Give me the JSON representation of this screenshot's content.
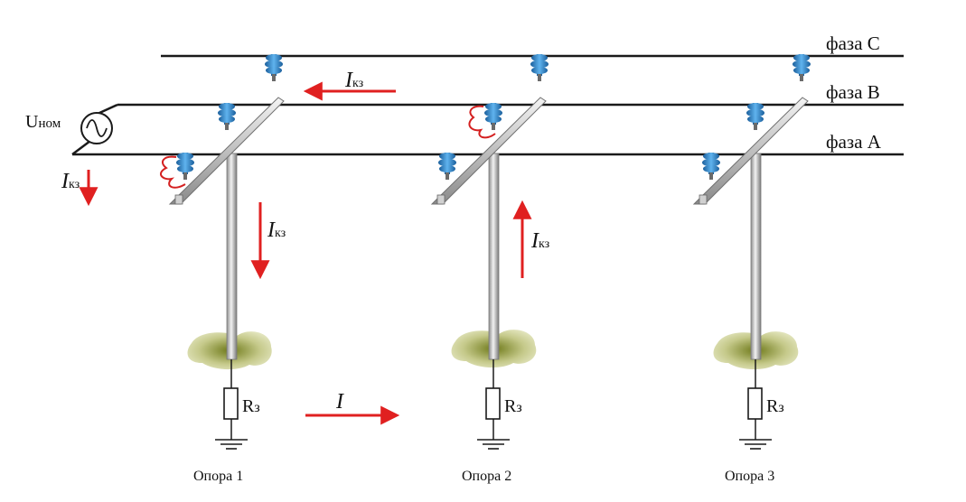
{
  "phases": {
    "c": "фаза С",
    "b": "фаза В",
    "a": "фаза А"
  },
  "source": {
    "main": "U",
    "sub": "ном"
  },
  "current_labels": {
    "short_circuit_main": "I",
    "short_circuit_sub": "кз",
    "ground_current": "I"
  },
  "resistor": {
    "main": "R",
    "sub": "з"
  },
  "supports": [
    "Опора 1",
    "Опора 2",
    "Опора 3"
  ],
  "colors": {
    "line": "#1a1a1a",
    "insulator": "#2a7fc1",
    "arrow": "#e02020",
    "fault": "#d42020",
    "earth": "#9aa34a",
    "pole": "#c9c9c9"
  }
}
